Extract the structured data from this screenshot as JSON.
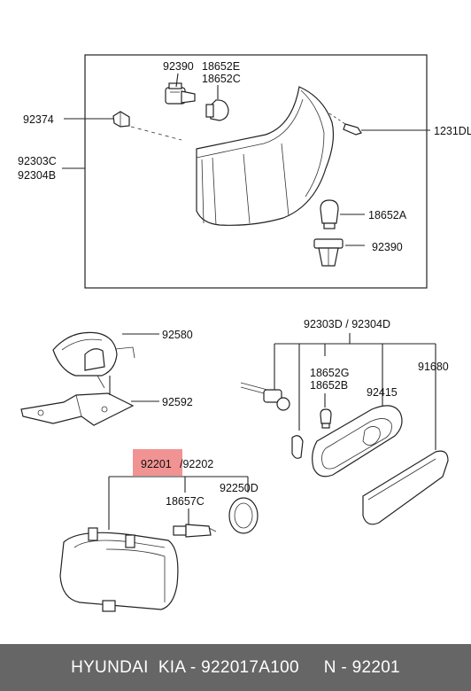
{
  "labels": {
    "p92390a": "92390",
    "p18652e": "18652E",
    "p18652c": "18652C",
    "p92374": "92374",
    "p1231dl": "1231DL",
    "p92303c": "92303C",
    "p92304b": "92304B",
    "p18652a": "18652A",
    "p92390b": "92390",
    "p92580": "92580",
    "p92592": "92592",
    "p92303d": "92303D / 92304D",
    "p18652g": "18652G",
    "p18652b": "18652B",
    "p92415": "92415",
    "p91680": "91680",
    "p92201": "92201",
    "p92202": "/92202",
    "p92250d": "92250D",
    "p18657c": "18657C"
  },
  "highlight_color": "#f08080",
  "footer": {
    "brand": "HYUNDAI  KIA - 922017A100",
    "ref": "N - 92201"
  }
}
